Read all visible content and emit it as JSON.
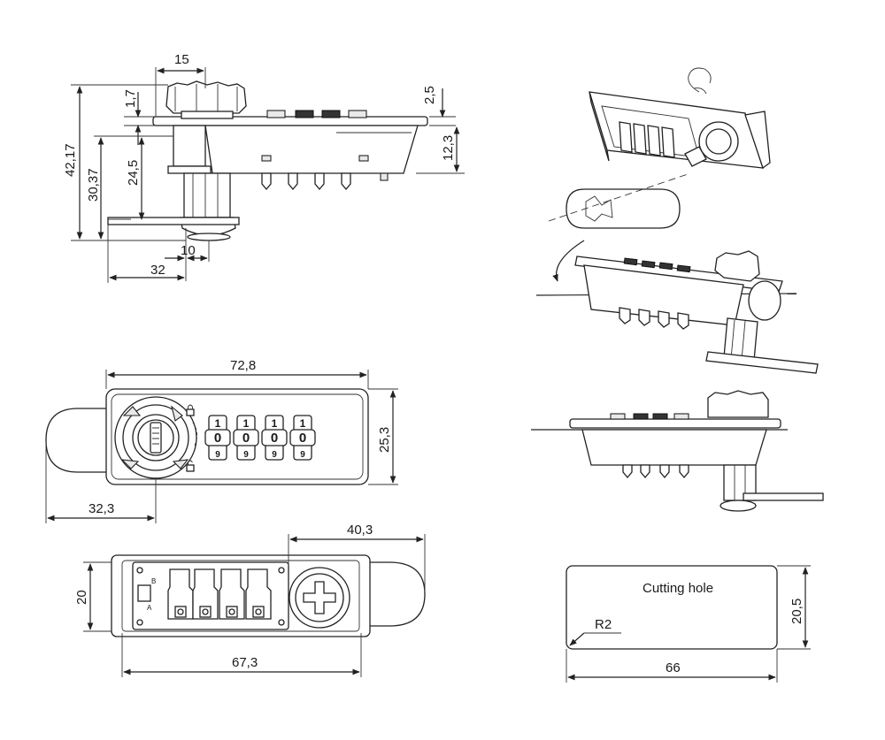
{
  "dimensions": {
    "side_top_width": "15",
    "side_gap": "1,7",
    "side_total_height": "42,17",
    "side_mid_height": "30,37",
    "side_lower_height": "24,5",
    "side_plate_thickness": "2,5",
    "side_body_height": "12,3",
    "side_cam_offset": "10",
    "side_cam_length": "32",
    "front_width": "72,8",
    "front_height": "25,3",
    "front_cam_length": "32,3",
    "back_cam_width": "40,3",
    "back_height": "20",
    "back_width": "67,3",
    "cut_height": "20,5",
    "cut_width": "66",
    "cut_radius": "R2"
  },
  "labels": {
    "cutting_hole": "Cutting hole"
  },
  "wheels": {
    "top": [
      "1",
      "1",
      "1",
      "1"
    ],
    "mid": [
      "0",
      "0",
      "0",
      "0"
    ],
    "bottom": [
      "9",
      "9",
      "9",
      "9"
    ],
    "back_letters": [
      "B",
      "A"
    ]
  }
}
